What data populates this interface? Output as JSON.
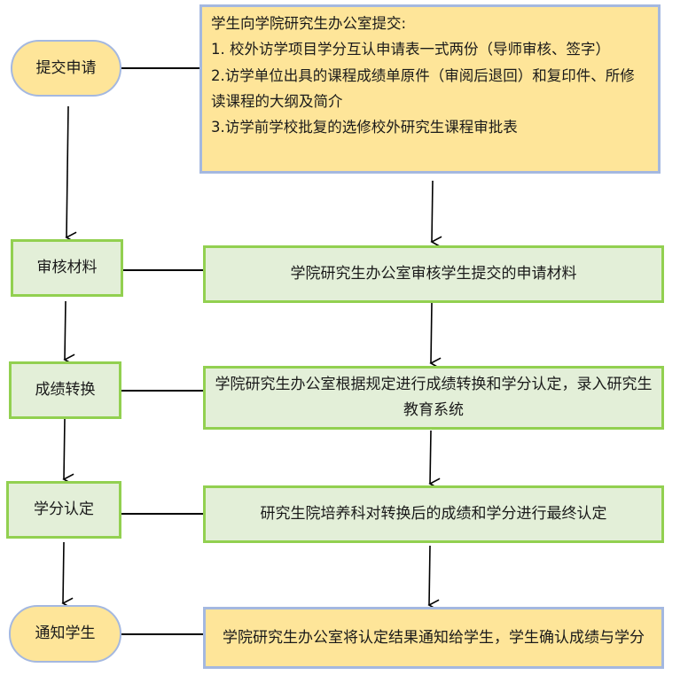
{
  "steps": [
    {
      "label": "提交申请",
      "detail_lines": [
        "学生向学院研究生办公室提交:",
        "1.  校外访学项目学分互认申请表一式两份（导师审核、签字）",
        "2.访学单位出具的课程成绩单原件（审阅后退回）和复印件、所修读课程的大纲及简介",
        "3.访学前学校批复的选修校外研究生课程审批表"
      ]
    },
    {
      "label": "审核材料",
      "detail": "学院研究生办公室审核学生提交的申请材料"
    },
    {
      "label": "成绩转换",
      "detail": "学院研究生办公室根据规定进行成绩转换和学分认定，录入研究生教育系统"
    },
    {
      "label": "学分认定",
      "detail": "研究生院培养科对转换后的成绩和学分进行最终认定"
    },
    {
      "label": "通知学生",
      "detail": "学院研究生办公室将认定结果通知给学生，学生确认成绩与学分"
    }
  ],
  "colors": {
    "yellow_fill": "#fee599",
    "yellow_border": "#a4b8e0",
    "green_fill": "#e3efd8",
    "green_border": "#92d050",
    "line": "#000000"
  }
}
